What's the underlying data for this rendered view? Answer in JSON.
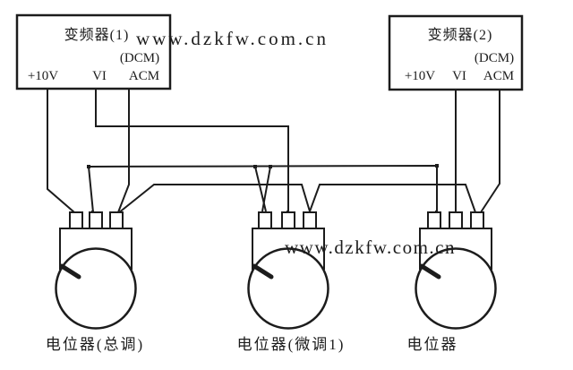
{
  "diagram": {
    "inverters": [
      {
        "title": "变频器(1)",
        "dcm_label": "(DCM)",
        "terminals": [
          "+10V",
          "VI",
          "ACM"
        ]
      },
      {
        "title": "变频器(2)",
        "dcm_label": "(DCM)",
        "terminals": [
          "+10V",
          "VI",
          "ACM"
        ]
      }
    ],
    "potentiometers": [
      {
        "label": "电位器(总调)"
      },
      {
        "label": "电位器(微调1)"
      },
      {
        "label": "电位器"
      }
    ],
    "watermarks": [
      {
        "text": "www.dzkfw.com.cn",
        "color": "#f6bcbc"
      },
      {
        "text": "www.dzkfw.com.cn",
        "color": "#e23c3c"
      }
    ],
    "colors": {
      "line": "#1c1c1c",
      "background": "#ffffff"
    }
  }
}
